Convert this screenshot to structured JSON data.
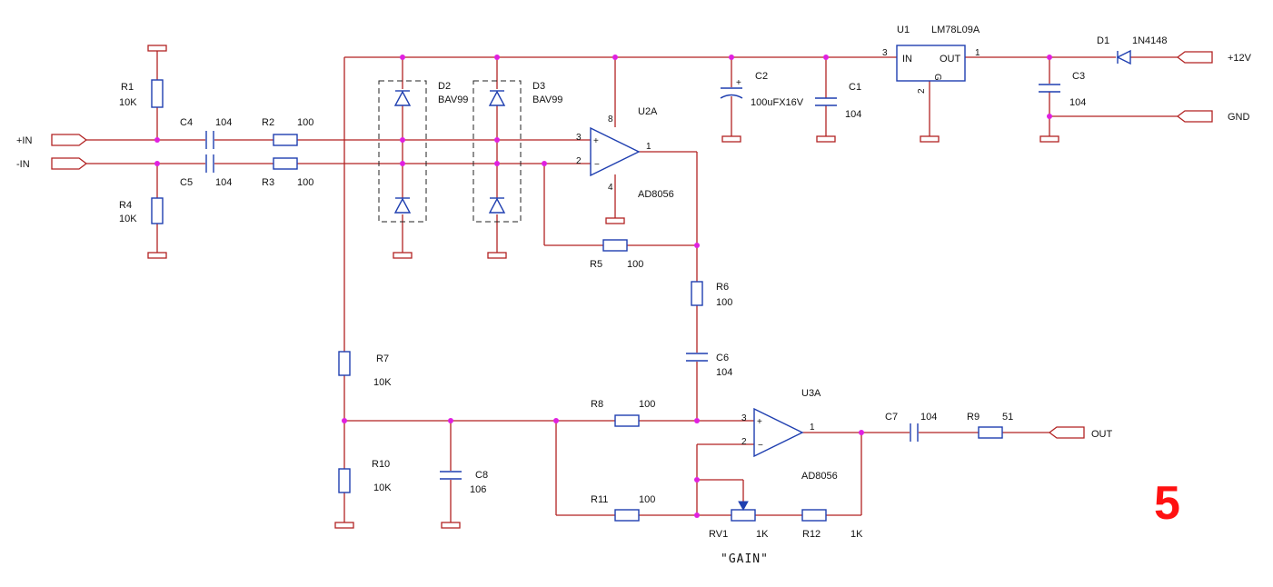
{
  "sheet_number": "5",
  "gain_caption": "\"GAIN\"",
  "ports": {
    "in_plus": "+IN",
    "in_minus": "-IN",
    "out": "OUT",
    "vcc": "+12V",
    "gnd": "GND"
  },
  "components": {
    "R1": {
      "ref": "R1",
      "value": "10K"
    },
    "R4": {
      "ref": "R4",
      "value": "10K"
    },
    "C4": {
      "ref": "C4",
      "value": "104"
    },
    "C5": {
      "ref": "C5",
      "value": "104"
    },
    "R2": {
      "ref": "R2",
      "value": "100"
    },
    "R3": {
      "ref": "R3",
      "value": "100"
    },
    "D2": {
      "ref": "D2",
      "value": "BAV99"
    },
    "D3": {
      "ref": "D3",
      "value": "BAV99"
    },
    "U2A": {
      "ref": "U2A",
      "value": "AD8056",
      "pins": {
        "plus": "3",
        "minus": "2",
        "out": "1",
        "vplus": "8",
        "vminus": "4"
      }
    },
    "R5": {
      "ref": "R5",
      "value": "100"
    },
    "R6": {
      "ref": "R6",
      "value": "100"
    },
    "C6": {
      "ref": "C6",
      "value": "104"
    },
    "C2": {
      "ref": "C2",
      "value": "100uFX16V"
    },
    "C1": {
      "ref": "C1",
      "value": "104"
    },
    "U1": {
      "ref": "U1",
      "value": "LM78L09A",
      "pins": {
        "in": "3",
        "out": "1",
        "g": "2"
      },
      "labels": {
        "in": "IN",
        "out": "OUT",
        "g": "G"
      }
    },
    "D1": {
      "ref": "D1",
      "value": "1N4148"
    },
    "C3": {
      "ref": "C3",
      "value": "104"
    },
    "R7": {
      "ref": "R7",
      "value": "10K"
    },
    "R10": {
      "ref": "R10",
      "value": "10K"
    },
    "C8": {
      "ref": "C8",
      "value": "106"
    },
    "R8": {
      "ref": "R8",
      "value": "100"
    },
    "R11": {
      "ref": "R11",
      "value": "100"
    },
    "U3A": {
      "ref": "U3A",
      "value": "AD8056",
      "pins": {
        "plus": "3",
        "minus": "2",
        "out": "1"
      }
    },
    "RV1": {
      "ref": "RV1",
      "value": "1K"
    },
    "R12": {
      "ref": "R12",
      "value": "1K"
    },
    "C7": {
      "ref": "C7",
      "value": "104"
    },
    "R9": {
      "ref": "R9",
      "value": "51"
    }
  }
}
